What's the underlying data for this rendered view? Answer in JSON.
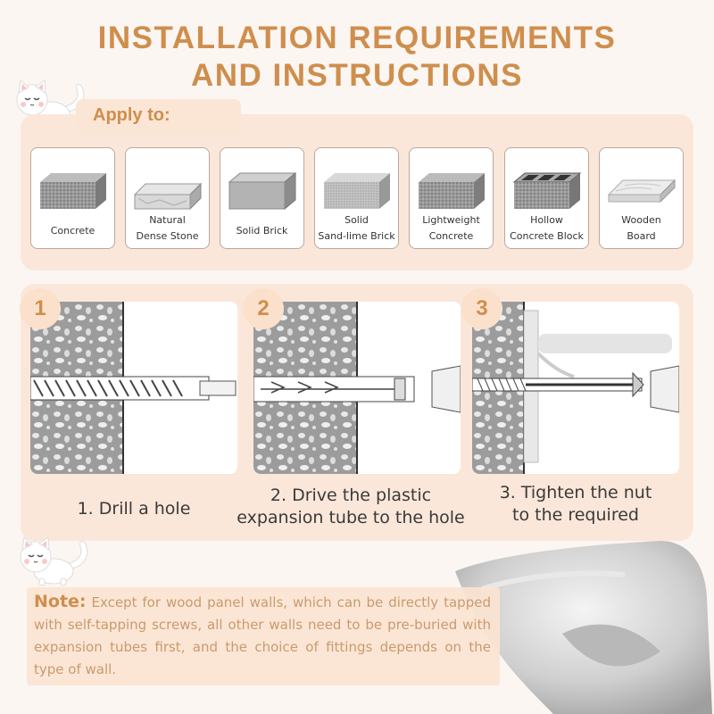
{
  "header": {
    "title_line1": "INSTALLATION REQUIREMENTS",
    "title_line2": "AND INSTRUCTIONS"
  },
  "apply": {
    "label": "Apply to:",
    "materials": [
      {
        "line1": "Concrete",
        "line2": "",
        "icon": "concrete-block-icon"
      },
      {
        "line1": "Natural",
        "line2": "Dense Stone",
        "icon": "natural-stone-icon"
      },
      {
        "line1": "Solid Brick",
        "line2": "",
        "icon": "solid-brick-icon"
      },
      {
        "line1": "Solid",
        "line2": "Sand-lime Brick",
        "icon": "sand-lime-brick-icon"
      },
      {
        "line1": "Lightweight",
        "line2": "Concrete",
        "icon": "lightweight-concrete-icon"
      },
      {
        "line1": "Hollow",
        "line2": "Concrete Block",
        "icon": "hollow-block-icon"
      },
      {
        "line1": "Wooden",
        "line2": "Board",
        "icon": "wooden-board-icon"
      }
    ]
  },
  "steps": [
    {
      "number": "1",
      "line1": "1. Drill a hole",
      "line2": ""
    },
    {
      "number": "2",
      "line1": "2. Drive the plastic",
      "line2": "expansion tube to the hole"
    },
    {
      "number": "3",
      "line1": "3. Tighten the nut",
      "line2": "to the required"
    }
  ],
  "note": {
    "label": "Note:",
    "text": "Except for wood panel walls, which can be directly tapped with self-tapping screws, all other walls need to be pre-buried with expansion tubes first, and the choice of fittings depends on the type of wall."
  },
  "colors": {
    "accent": "#cf8e4e",
    "panel": "#fbe7d9",
    "background": "#fbf6f1"
  }
}
